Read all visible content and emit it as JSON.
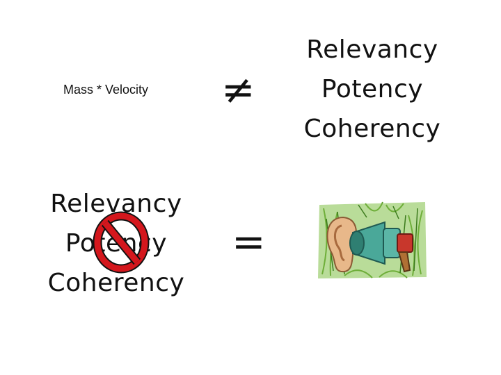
{
  "top_left": {
    "formula": "Mass * Velocity"
  },
  "top_symbol": "≠",
  "top_right": {
    "lines": [
      "Relevancy",
      "Potency",
      "Coherency"
    ]
  },
  "bottom_left": {
    "lines": [
      "Relevancy",
      "Potency",
      "Coherency"
    ],
    "overlay_icon": "no-sign-icon"
  },
  "bottom_symbol": "=",
  "bottom_right": {
    "illustration": "ear-megaphone-illustration"
  },
  "colors": {
    "no_sign": "#d4171d",
    "megaphone": "#4aa899",
    "grass": "#5a9a2a"
  }
}
